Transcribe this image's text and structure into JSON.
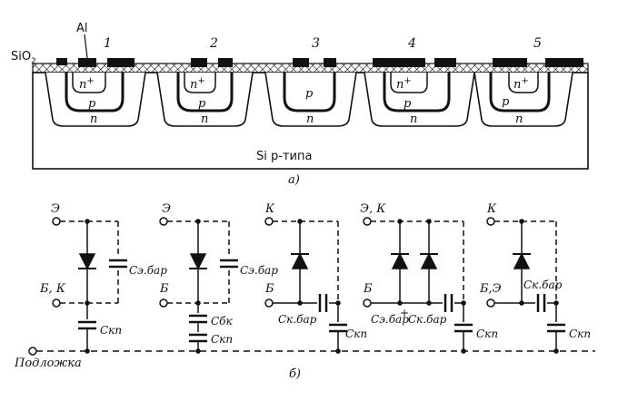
{
  "cross_section": {
    "metal_label": "Al",
    "oxide_label_main": "SiO",
    "oxide_label_sub": "2",
    "device_numbers": [
      "1",
      "2",
      "3",
      "4",
      "5"
    ],
    "layers": {
      "n_plus": "n",
      "n_plus_sup": "+",
      "p": "p",
      "n": "n"
    },
    "substrate_label": "Si p-типа",
    "caption": "а)"
  },
  "circuits": {
    "c1": {
      "top": "Э",
      "bottom": "Б, К",
      "cap": "Cэ.бар",
      "cap_sub": "",
      "cap2": "Cкп"
    },
    "c2": {
      "top": "Э",
      "bottom": "Б",
      "cap": "Cэ.бар",
      "cap2": "Cбк",
      "cap3": "Cкп"
    },
    "c3": {
      "top": "К",
      "bottom": "Б",
      "cap": "Cк.бар",
      "cap2": "Cкп"
    },
    "c4": {
      "top": "Э, К",
      "bottom": "Б",
      "cap": "Cэ.бар",
      "cap_join": "+",
      "cap2": "Cк.бар",
      "cap3": "Cкп"
    },
    "c5": {
      "top": "К",
      "bottom": "Б,Э",
      "cap": "Cк.бар",
      "cap2": "Cкп"
    },
    "substrate_label": "Подложка",
    "caption": "б)"
  }
}
